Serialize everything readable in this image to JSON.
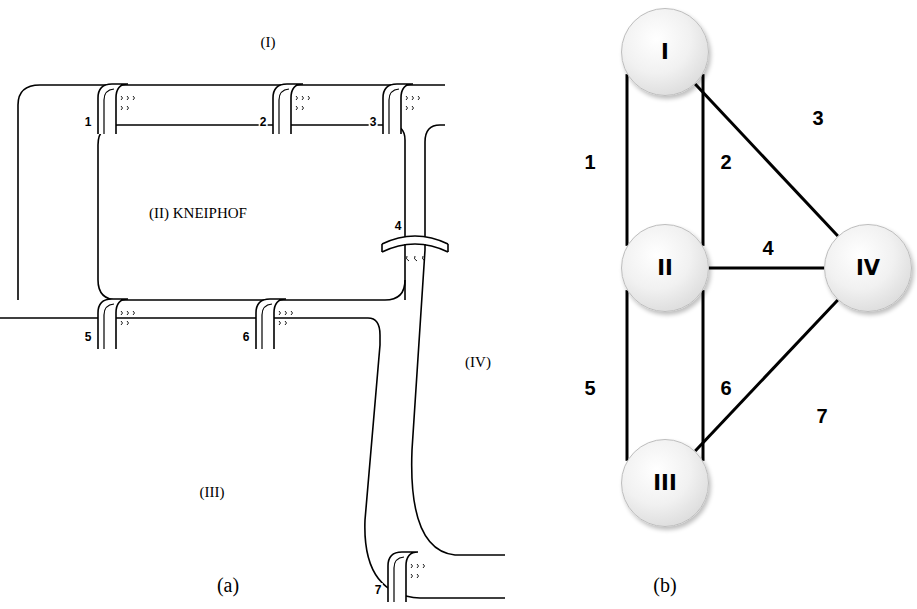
{
  "diagram": {
    "nodes": [
      {
        "text": [
          "I"
        ]
      },
      {
        "text": [
          "II"
        ]
      },
      {
        "text": [
          "IV"
        ]
      },
      {
        "text": [
          "III"
        ]
      }
    ],
    "edges": [
      {
        "from": 0,
        "to": 1,
        "arrow": "none",
        "label": "1"
      },
      {
        "from": 0,
        "to": 1,
        "arrow": "none",
        "label": "2"
      },
      {
        "from": 0,
        "to": 2,
        "arrow": "none",
        "label": "3"
      },
      {
        "from": 1,
        "to": 2,
        "arrow": "none",
        "label": "4"
      },
      {
        "from": 1,
        "to": 3,
        "arrow": "none",
        "label": "5"
      },
      {
        "from": 1,
        "to": 3,
        "arrow": "none",
        "label": "6"
      },
      {
        "from": 3,
        "to": 2,
        "arrow": "none",
        "label": "7"
      }
    ],
    "labels": [
      "(I)",
      "(II) KNEIPHOF",
      "(IV)",
      "(III)",
      "1",
      "2",
      "3",
      "4",
      "5",
      "6",
      "7",
      "(a)",
      "(b)"
    ]
  }
}
